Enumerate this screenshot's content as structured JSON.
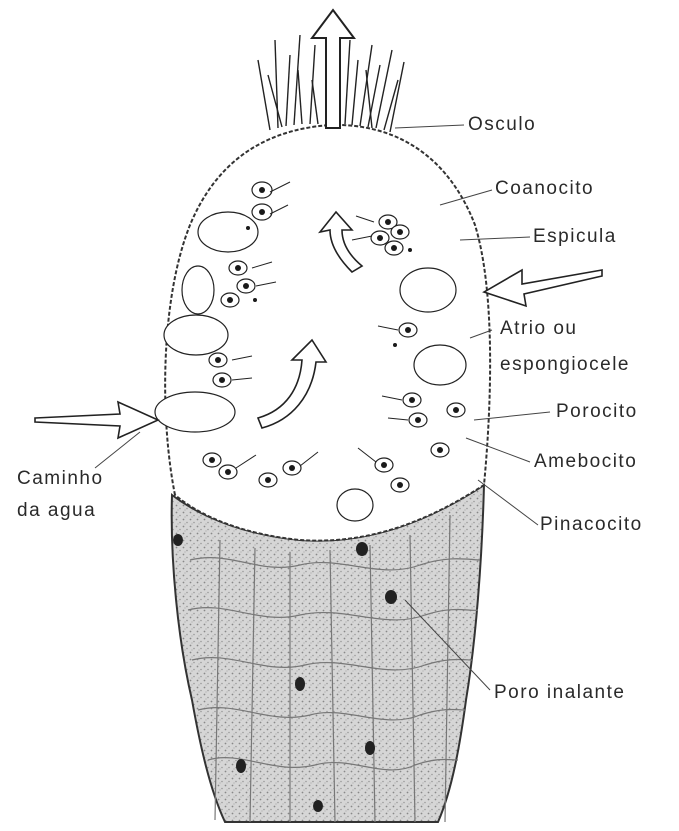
{
  "labels": {
    "osculo": "Osculo",
    "coanocito": "Coanocito",
    "espicula": "Espicula",
    "atrio_line1": "Atrio ou",
    "atrio_line2": "espongiocele",
    "porocito": "Porocito",
    "amebocito": "Amebocito",
    "pinacocito": "Pinacocito",
    "poro_inalante": "Poro inalante",
    "caminho_line1": "Caminho",
    "caminho_line2": "da agua"
  },
  "colors": {
    "ink": "#2a2a2a",
    "cell_fill": "#ffffff",
    "porous_fill": "#cfcfcf",
    "background": "#ffffff"
  }
}
